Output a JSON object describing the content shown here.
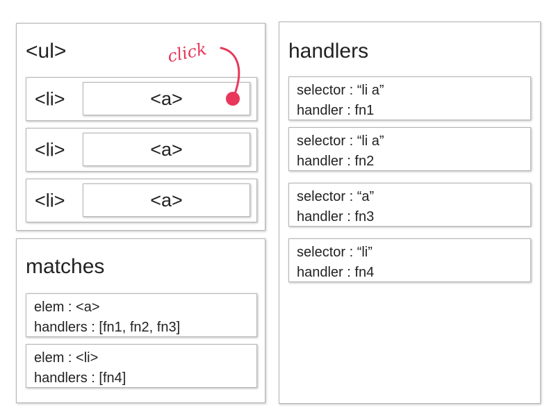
{
  "ul_panel": {
    "title": "<ul>",
    "items": [
      {
        "li_label": "<li>",
        "a_label": "<a>"
      },
      {
        "li_label": "<li>",
        "a_label": "<a>"
      },
      {
        "li_label": "<li>",
        "a_label": "<a>"
      }
    ]
  },
  "annotation": {
    "text": "click",
    "color": "#e8375a"
  },
  "matches_panel": {
    "title": "matches",
    "entries": [
      {
        "elem": "elem : <a>",
        "handlers": "handlers : [fn1, fn2, fn3]"
      },
      {
        "elem": "elem : <li>",
        "handlers": "handlers : [fn4]"
      }
    ]
  },
  "handlers_panel": {
    "title": "handlers",
    "entries": [
      {
        "selector": "selector : “li a”",
        "handler": "handler : fn1"
      },
      {
        "selector": "selector : “li a”",
        "handler": "handler : fn2"
      },
      {
        "selector": "selector : “a”",
        "handler": "handler : fn3"
      },
      {
        "selector": "selector : “li”",
        "handler": "handler : fn4"
      }
    ]
  }
}
